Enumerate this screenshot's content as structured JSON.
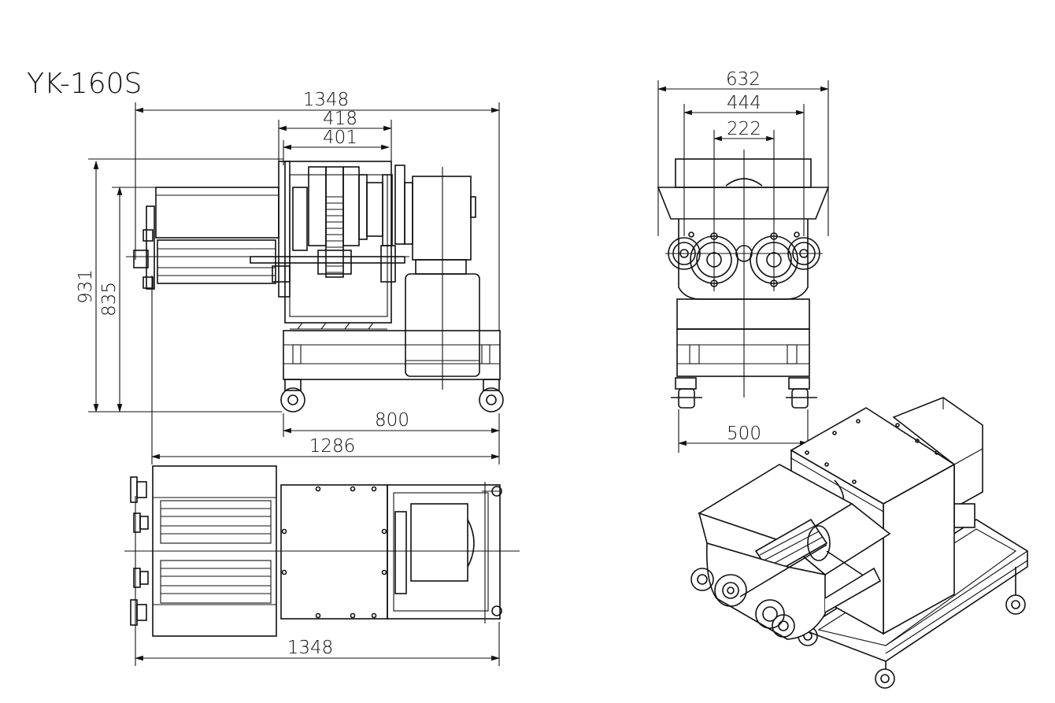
{
  "model": "YK-160S",
  "side_view": {
    "dims": {
      "overall_length": "1348",
      "top_a": "418",
      "top_b": "401",
      "overall_height": "931",
      "height_b": "835",
      "wheelbase": "800",
      "base_length": "1286"
    }
  },
  "front_view": {
    "dims": {
      "width": "632",
      "width_b": "444",
      "width_c": "222",
      "track": "500"
    }
  },
  "top_view": {
    "dims": {
      "overall_length": "1348"
    }
  }
}
